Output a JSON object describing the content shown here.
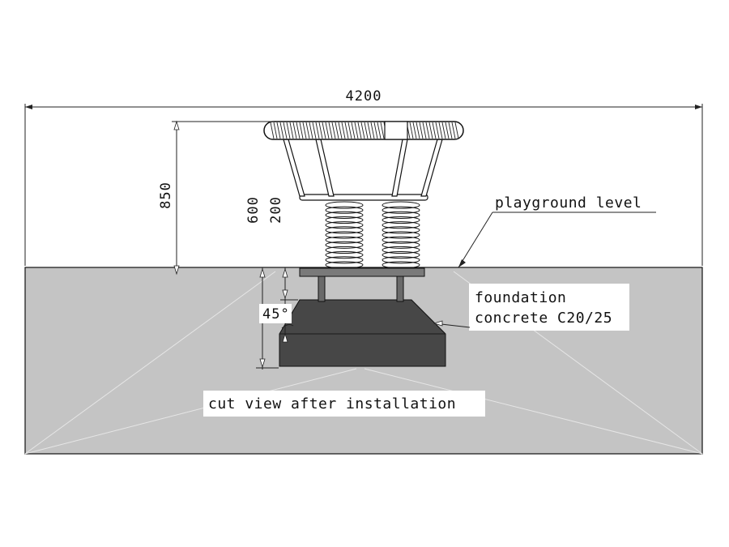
{
  "dimensions": {
    "overall_width": "4200",
    "total_height": "850",
    "foundation_depth": "600",
    "base_depth": "200",
    "chamfer_angle": "45°"
  },
  "labels": {
    "playground_level": "playground level",
    "foundation_line1": "foundation",
    "foundation_line2": "concrete C20/25",
    "caption": "cut view after installation"
  },
  "colors": {
    "ground": "#c4c4c4",
    "foundation_block": "#474747",
    "outline": "#111111"
  }
}
